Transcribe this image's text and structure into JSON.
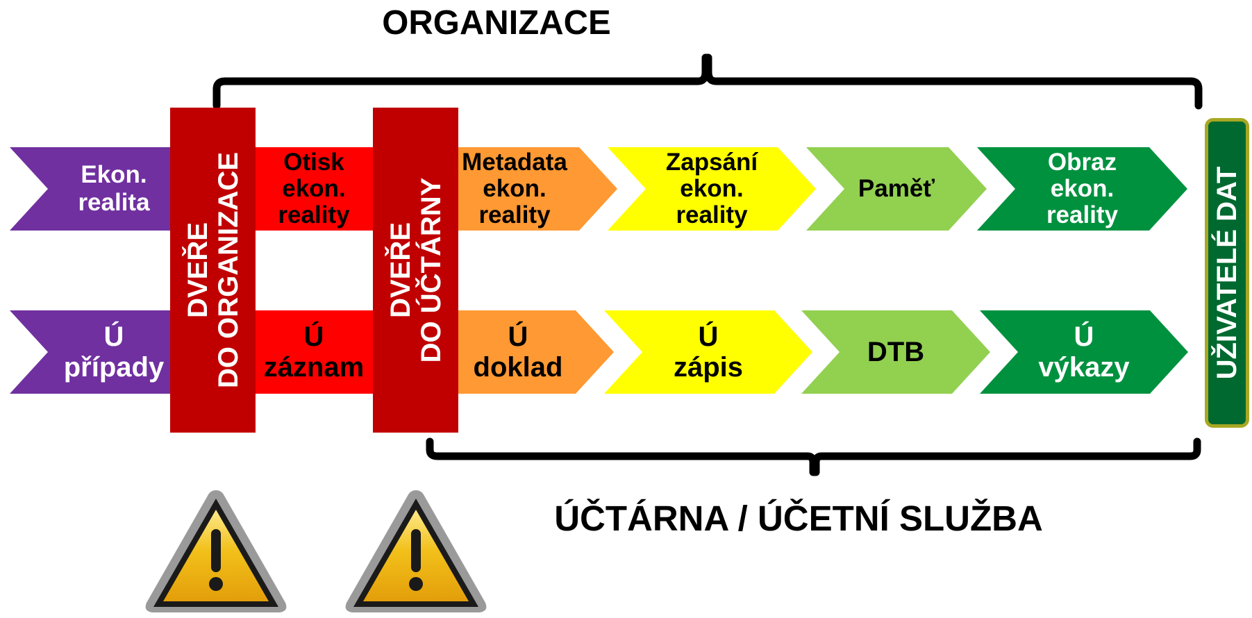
{
  "title_top": "ORGANIZACE",
  "title_bottom": "ÚČTÁRNA / ÚČETNÍ SLUŽBA",
  "colors": {
    "purple": "#7030a0",
    "red": "#ff0000",
    "door": "#c00000",
    "orange": "#ff9933",
    "yellow": "#ffff00",
    "light_green": "#92d050",
    "dark_green": "#00913f",
    "users_box": "#00692f",
    "users_border": "#a8a823",
    "warning_yellow": "#f2c01a"
  },
  "row1": {
    "econ_reality": [
      "Ekon.",
      "realita"
    ],
    "imprint": [
      "Otisk",
      "ekon.",
      "reality"
    ],
    "metadata": [
      "Metadata",
      "ekon.",
      "reality"
    ],
    "recording": [
      "Zapsání",
      "ekon.",
      "reality"
    ],
    "memory": [
      "Paměť"
    ],
    "image": [
      "Obraz",
      "ekon.",
      "reality"
    ]
  },
  "row2": {
    "cases": [
      "Ú",
      "případy"
    ],
    "record": [
      "Ú",
      "záznam"
    ],
    "document": [
      "Ú",
      "doklad"
    ],
    "entry": [
      "Ú",
      "zápis"
    ],
    "database": [
      "DTB"
    ],
    "reports": [
      "Ú",
      "výkazy"
    ]
  },
  "doors": {
    "organization": [
      "DVEŘE",
      "DO ORGANIZACE"
    ],
    "accounting": [
      "DVEŘE",
      "DO ÚČTÁRNY"
    ]
  },
  "data_users": "UŽIVATELÉ DAT",
  "icons": {
    "warning_1": "warning-icon",
    "warning_2": "warning-icon"
  }
}
